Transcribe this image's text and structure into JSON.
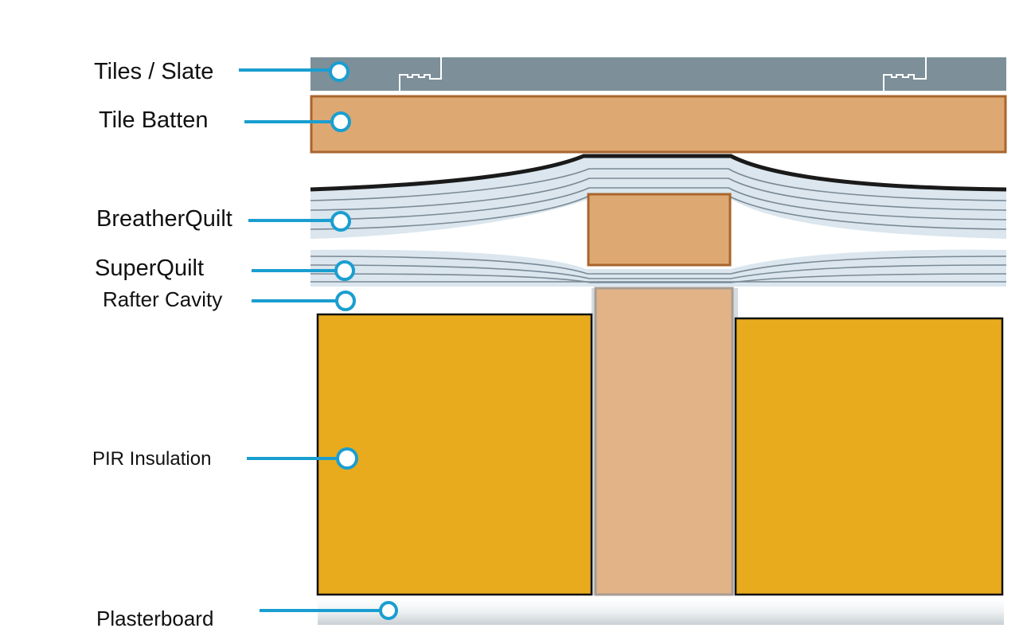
{
  "colors": {
    "leader": "#1a9ed0",
    "tiles": "#7d8f99",
    "batten": "#dea872",
    "batten_border": "#a8652e",
    "quilt": "#dbe6ee",
    "quilt_line": "#7a8a96",
    "rafter": "#e1b387",
    "pir": "#e8ab1e",
    "plasterboard": "#eef1f3"
  },
  "labels": {
    "tiles": "Tiles / Slate",
    "batten": "Tile Batten",
    "breatherquilt": "BreatherQuilt",
    "superquilt": "SuperQuilt",
    "rafter_cavity": "Rafter Cavity",
    "pir": "PIR Insulation",
    "plasterboard": "Plasterboard"
  }
}
